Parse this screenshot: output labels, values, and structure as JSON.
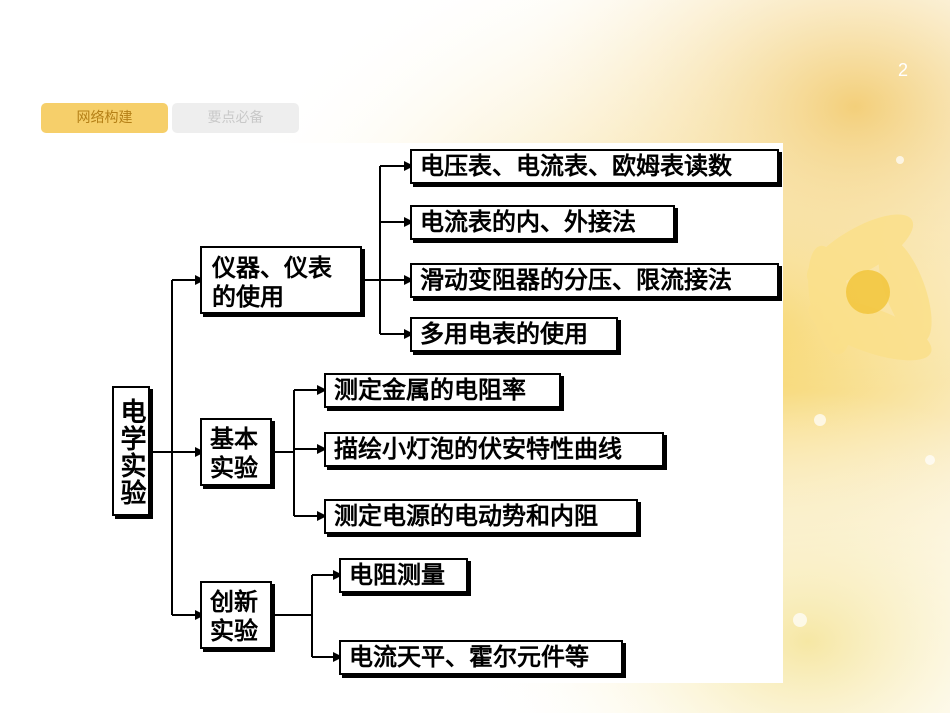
{
  "slide": {
    "page_number": "2",
    "tabs": [
      {
        "label": "网络构建",
        "active": true
      },
      {
        "label": "要点必备",
        "active": false
      }
    ]
  },
  "diagram": {
    "root": "电学实验",
    "branches": [
      {
        "label": "仪器、仪表的使用",
        "children": [
          "电压表、电流表、欧姆表读数",
          "电流表的内、外接法",
          "滑动变阻器的分压、限流接法",
          "多用电表的使用"
        ]
      },
      {
        "label": "基本实验",
        "children": [
          "测定金属的电阻率",
          "描绘小灯泡的伏安特性曲线",
          "测定电源的电动势和内阻"
        ]
      },
      {
        "label": "创新实验",
        "children": [
          "电阻测量",
          "电流天平、霍尔元件等"
        ]
      }
    ]
  },
  "colors": {
    "tab_active_bg": "#f6cf6a",
    "tab_active_text": "#b58017",
    "tab_inactive_bg": "#eeeeee",
    "tab_inactive_text": "#c9c9c9",
    "ink": "#000000"
  }
}
